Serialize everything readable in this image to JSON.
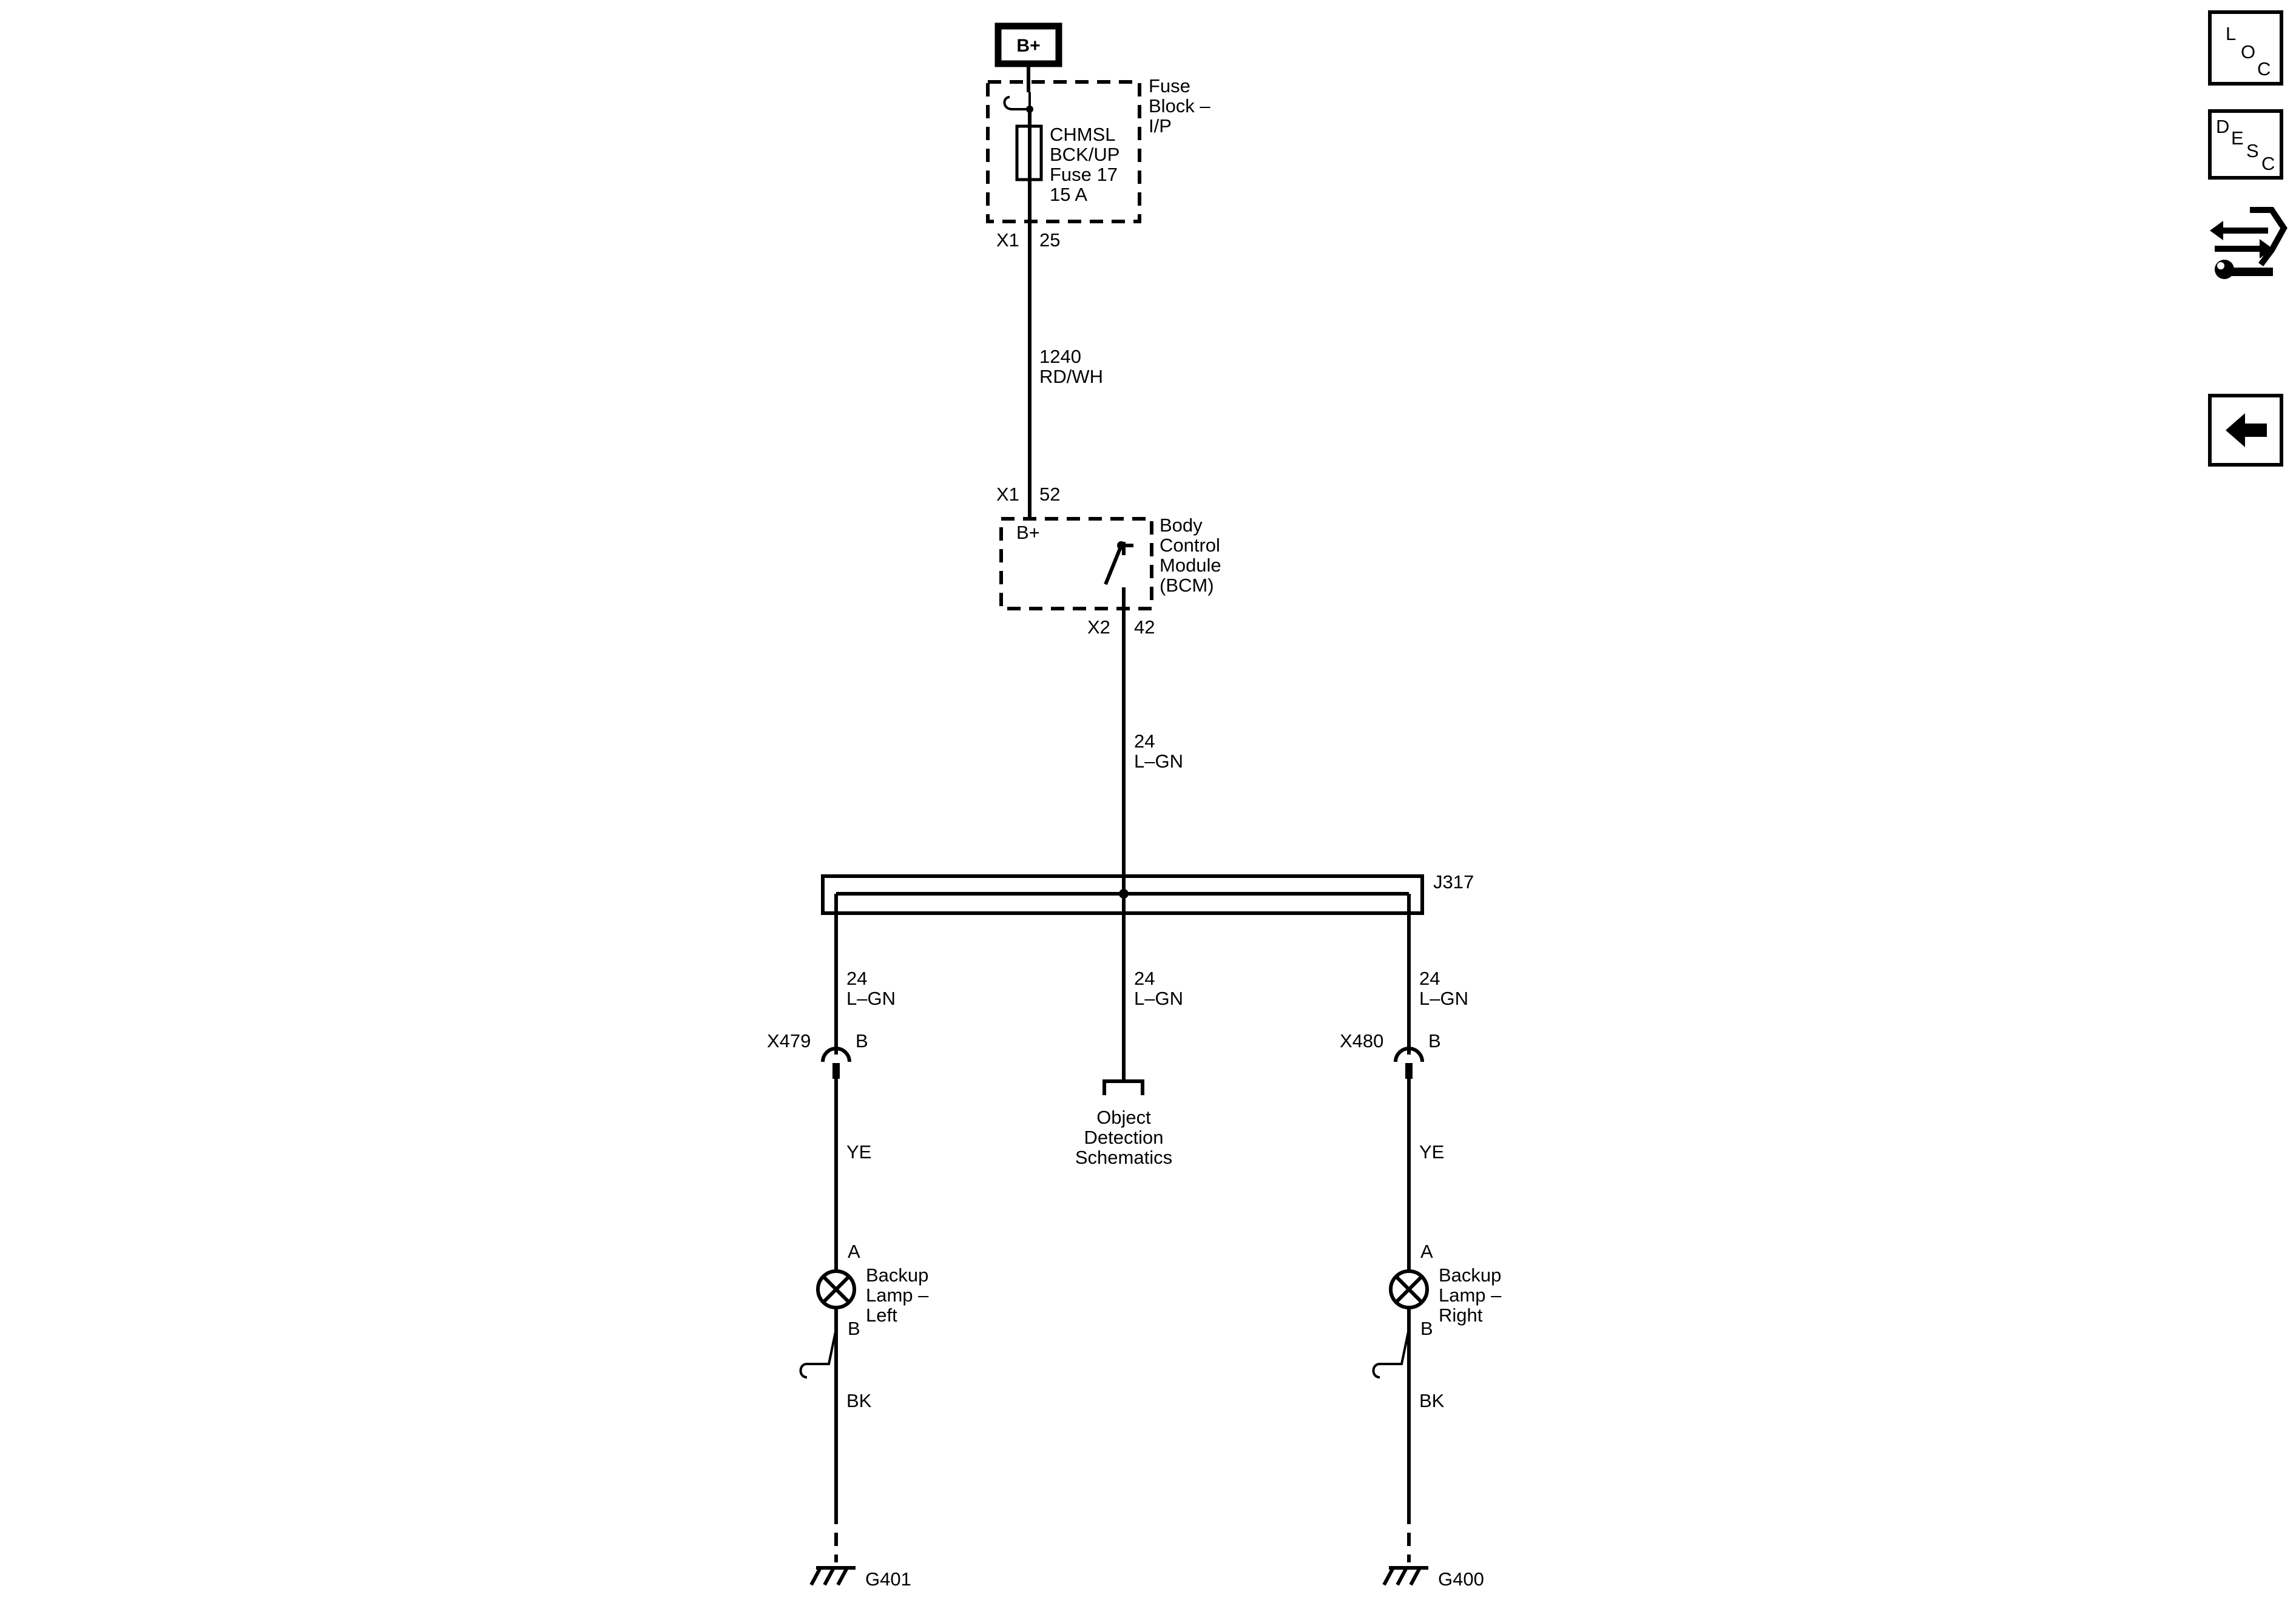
{
  "power": {
    "label": "B+"
  },
  "fuse_block": {
    "name": [
      "Fuse",
      "Block –",
      "I/P"
    ],
    "fuse_lines": [
      "CHMSL",
      "BCK/UP",
      "Fuse 17",
      "15 A"
    ],
    "conn_left": "X1",
    "conn_pin": "25"
  },
  "wire_1240": {
    "circuit": "1240",
    "color": "RD/WH"
  },
  "bcm": {
    "in_conn": "X1",
    "in_pin": "52",
    "bplus": "B+",
    "name": [
      "Body",
      "Control",
      "Module",
      "(BCM)"
    ],
    "out_conn": "X2",
    "out_pin": "42"
  },
  "wire_24_top": {
    "circuit": "24",
    "color": "L–GN"
  },
  "splice": {
    "label": "J317"
  },
  "left_branch": {
    "circuit": "24",
    "color": "L–GN",
    "connector": "X479",
    "pin_b": "B",
    "wire_color": "YE",
    "lamp_pin_a": "A",
    "lamp_name": [
      "Backup",
      "Lamp –",
      "Left"
    ],
    "lamp_pin_b": "B",
    "ground_color": "BK",
    "ground": "G401"
  },
  "center_branch": {
    "circuit": "24",
    "color": "L–GN",
    "ref": [
      "Object",
      "Detection",
      "Schematics"
    ]
  },
  "right_branch": {
    "circuit": "24",
    "color": "L–GN",
    "connector": "X480",
    "pin_b": "B",
    "wire_color": "YE",
    "lamp_pin_a": "A",
    "lamp_name": [
      "Backup",
      "Lamp –",
      "Right"
    ],
    "lamp_pin_b": "B",
    "ground_color": "BK",
    "ground": "G400"
  },
  "sidebar": {
    "loc": {
      "l": "L",
      "o": "O",
      "c": "C",
      "icon": "location-icon"
    },
    "desc": {
      "d": "D",
      "e": "E",
      "s": "S",
      "c": "C",
      "icon": "description-icon"
    },
    "connector_icon": "connector-repair-icon",
    "back_icon": "back-arrow-icon"
  }
}
